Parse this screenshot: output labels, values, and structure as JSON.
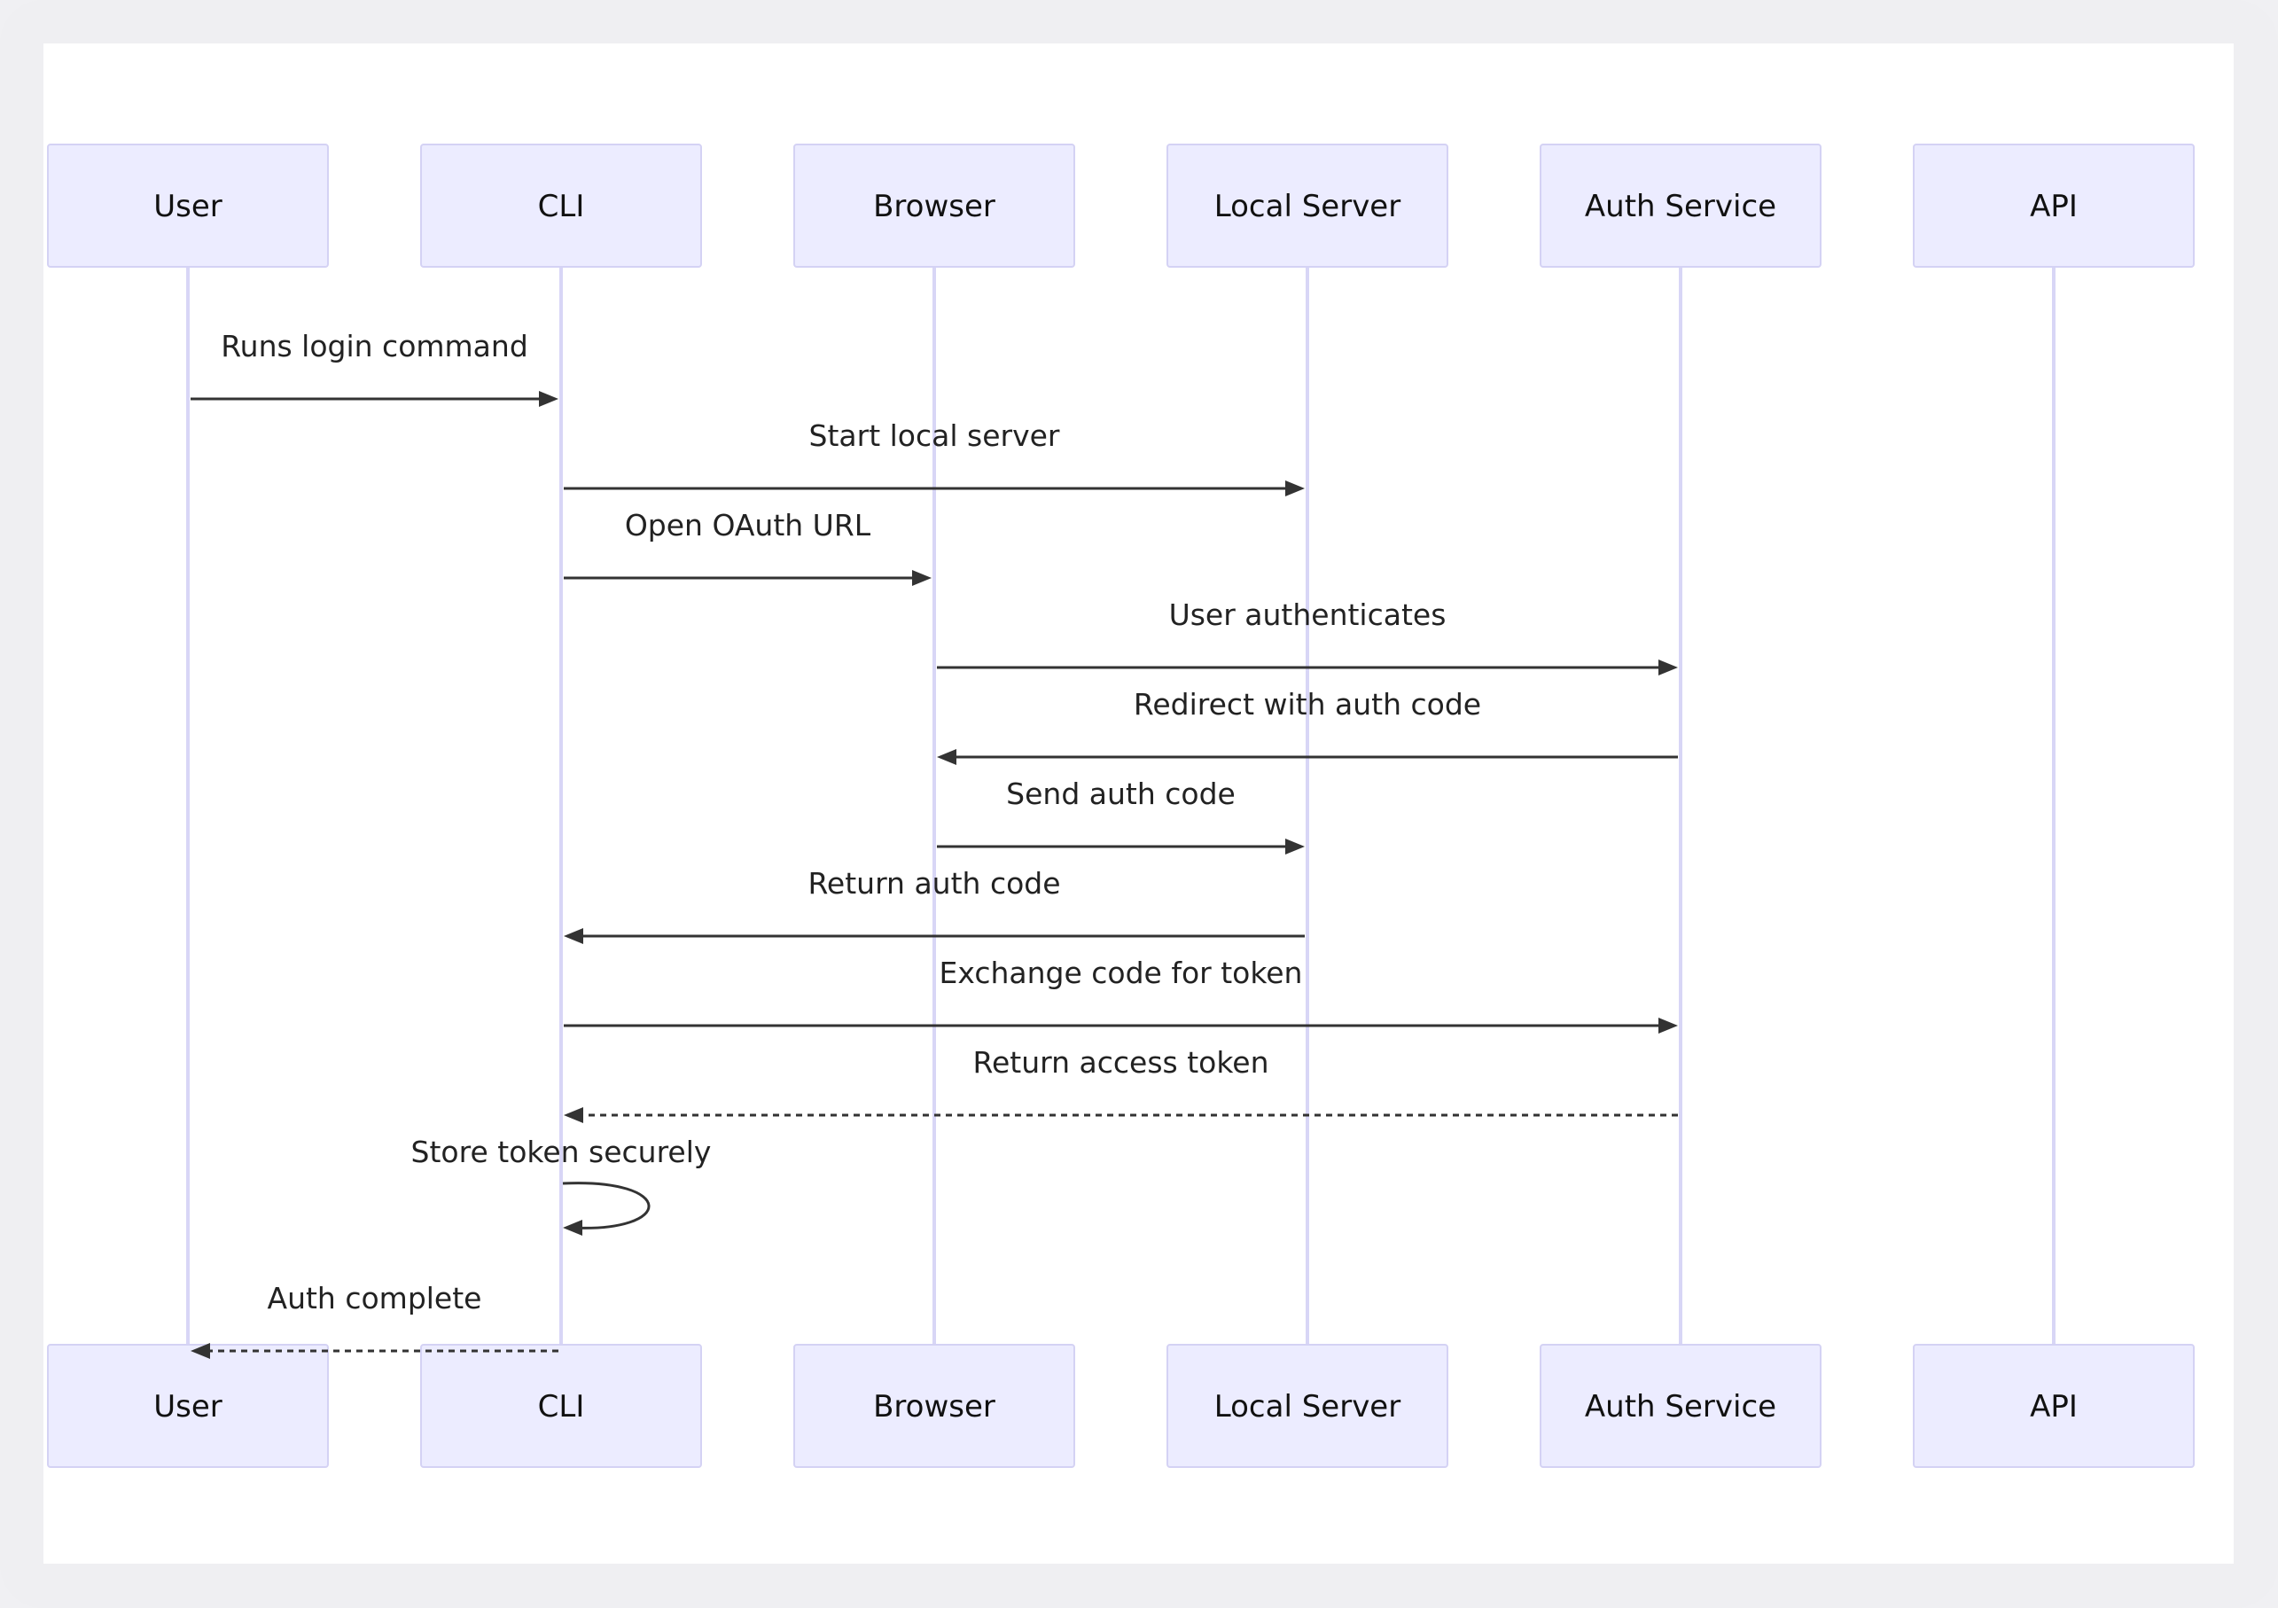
{
  "diagram": {
    "type": "sequence",
    "participants": [
      {
        "id": "user",
        "label": "User"
      },
      {
        "id": "cli",
        "label": "CLI"
      },
      {
        "id": "browser",
        "label": "Browser"
      },
      {
        "id": "local",
        "label": "Local Server"
      },
      {
        "id": "auth",
        "label": "Auth Service"
      },
      {
        "id": "api",
        "label": "API"
      }
    ],
    "messages": [
      {
        "from": "user",
        "to": "cli",
        "label": "Runs login command",
        "style": "solid"
      },
      {
        "from": "cli",
        "to": "local",
        "label": "Start local server",
        "style": "solid"
      },
      {
        "from": "cli",
        "to": "browser",
        "label": "Open OAuth URL",
        "style": "solid"
      },
      {
        "from": "browser",
        "to": "auth",
        "label": "User authenticates",
        "style": "solid"
      },
      {
        "from": "auth",
        "to": "browser",
        "label": "Redirect with auth code",
        "style": "solid"
      },
      {
        "from": "browser",
        "to": "local",
        "label": "Send auth code",
        "style": "solid"
      },
      {
        "from": "local",
        "to": "cli",
        "label": "Return auth code",
        "style": "solid"
      },
      {
        "from": "cli",
        "to": "auth",
        "label": "Exchange code for token",
        "style": "solid"
      },
      {
        "from": "auth",
        "to": "cli",
        "label": "Return access token",
        "style": "dashed"
      },
      {
        "from": "cli",
        "to": "cli",
        "label": "Store token securely",
        "style": "solid"
      },
      {
        "from": "cli",
        "to": "user",
        "label": "Auth complete",
        "style": "dashed"
      }
    ]
  }
}
